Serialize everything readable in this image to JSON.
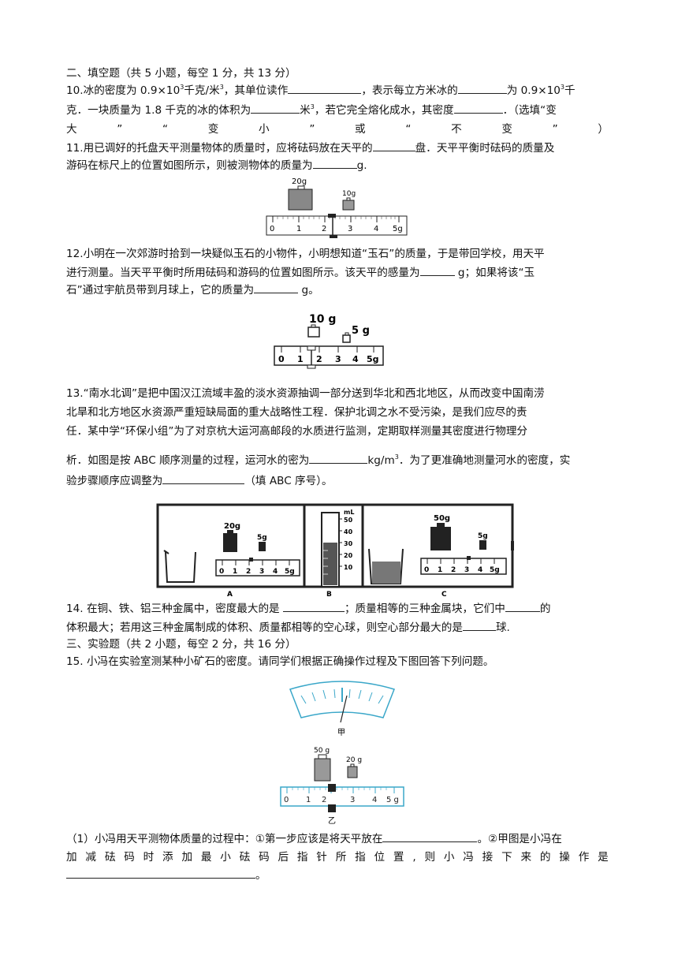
{
  "section2": {
    "heading": "二、填空题（共 5 小题，每空 1 分，共 13 分）"
  },
  "q10": {
    "l1a": "10.冰的密度为 0.9×10",
    "l1sup": "3",
    "l1b": "千克/米",
    "l1sup2": "3",
    "l1c": "，其单位读作",
    "l1d": "，表示每立方米冰的",
    "l1e": "为 0.9×10",
    "l1sup3": "3",
    "l1f": "千",
    "l2a": "克．一块质量为 1.8 千克的冰的体积为",
    "l2b": "米",
    "l2sup": "3",
    "l2c": "，若它完全熔化成水，其密度",
    "l2d": "．（选填“变",
    "l3": [
      "大",
      "”",
      "“",
      "变",
      "小",
      "”",
      "或",
      "“",
      "不",
      "变",
      "”",
      "）"
    ]
  },
  "q11": {
    "l1a": "11.用已调好的托盘天平测量物体的质量时，应将砝码放在天平的",
    "l1b": "盘．天平平衡时砝码的质量及",
    "l2a": "游码在标尺上的位置如图所示，则被测物体的质量为",
    "l2b": "g.",
    "fig": {
      "weight1": "20g",
      "weight2": "10g",
      "ticks": [
        "0",
        "1",
        "2",
        "3",
        "4",
        "5g"
      ]
    }
  },
  "q12": {
    "l1": "12.小明在一次郊游时拾到一块疑似玉石的小物件，小明想知道“玉石”的质量，于是带回学校，用天平",
    "l2": "进行测量。当天平平衡时所用砝码和游码的位置如图所示。该天平的感量为",
    "l2b": " g；如果将该“玉",
    "l3a": "石”通过宇航员带到月球上，它的质量为",
    "l3b": " g。",
    "fig": {
      "weight1": "10 g",
      "weight2": "5 g",
      "ticks": [
        "0",
        "1",
        "2",
        "3",
        "4",
        "5g"
      ]
    }
  },
  "q13": {
    "l1": "13.“南水北调”是把中国汉江流域丰盈的淡水资源抽调一部分送到华北和西北地区，从而改变中国南涝",
    "l2": "北旱和北方地区水资源严重短缺局面的重大战略性工程．保护北调之水不受污染，是我们应尽的责",
    "l3": "任．某中学“环保小组”为了对京杭大运河高邮段的水质进行监测，定期取样测量其密度进行物理分",
    "l4a": "析．如图是按 ABC 顺序测量的过程，运河水的密为",
    "l4b": "kg/m",
    "l4sup": "3",
    "l4c": "．为了更准确地测量河水的密度，实",
    "l5a": "验步骤顺序应调整为",
    "l5b": "（填 ABC 序号）。",
    "fig": {
      "A": {
        "label": "A",
        "weight1": "20g",
        "weight2": "5g",
        "ticks": [
          "0",
          "1",
          "2",
          "3",
          "4",
          "5g"
        ]
      },
      "B": {
        "label": "B",
        "unit": "mL",
        "marks": [
          "50",
          "40",
          "30",
          "20",
          "10"
        ]
      },
      "C": {
        "label": "C",
        "weight1": "50g",
        "weight2": "5g",
        "ticks": [
          "0",
          "1",
          "2",
          "3",
          "4",
          "5g"
        ]
      }
    }
  },
  "q14": {
    "l1a": "14. 在铜、铁、铝三种金属中，密度最大的是 ",
    "l1b": "；质量相等的三种金属块，它们中",
    "l1c": "的",
    "l2a": "体积最大；若用这三种金属制成的体积、质量都相等的空心球，则空心部分最大的是",
    "l2b": "球."
  },
  "section3": {
    "heading": "三、实验题（共 2 小题，每空 2 分，共 16 分）"
  },
  "q15": {
    "l1": "15. 小冯在实验室测某种小矿石的密度。请同学们根据正确操作过程及下图回答下列问题。",
    "fig": {
      "jia": "甲",
      "yi": "乙",
      "weight1": "50 g",
      "weight2": "20 g",
      "ticks": [
        "0",
        "1",
        "2",
        "3",
        "4",
        "5 g"
      ]
    },
    "p1a": "（1）小冯用天平测物体质量的过程中：①第一步应该是将天平放在",
    "p1b": "。②甲图是小冯在",
    "p2": [
      "加",
      "减",
      "砝",
      "码",
      "时",
      "添",
      "加",
      "最",
      "小",
      "砝",
      "码",
      "后",
      "指",
      "针",
      "所",
      "指",
      "位",
      "置",
      ",",
      "则",
      "小",
      "冯",
      "接",
      "下",
      "来",
      "的",
      "操",
      "作",
      "是"
    ],
    "p3": "。"
  }
}
